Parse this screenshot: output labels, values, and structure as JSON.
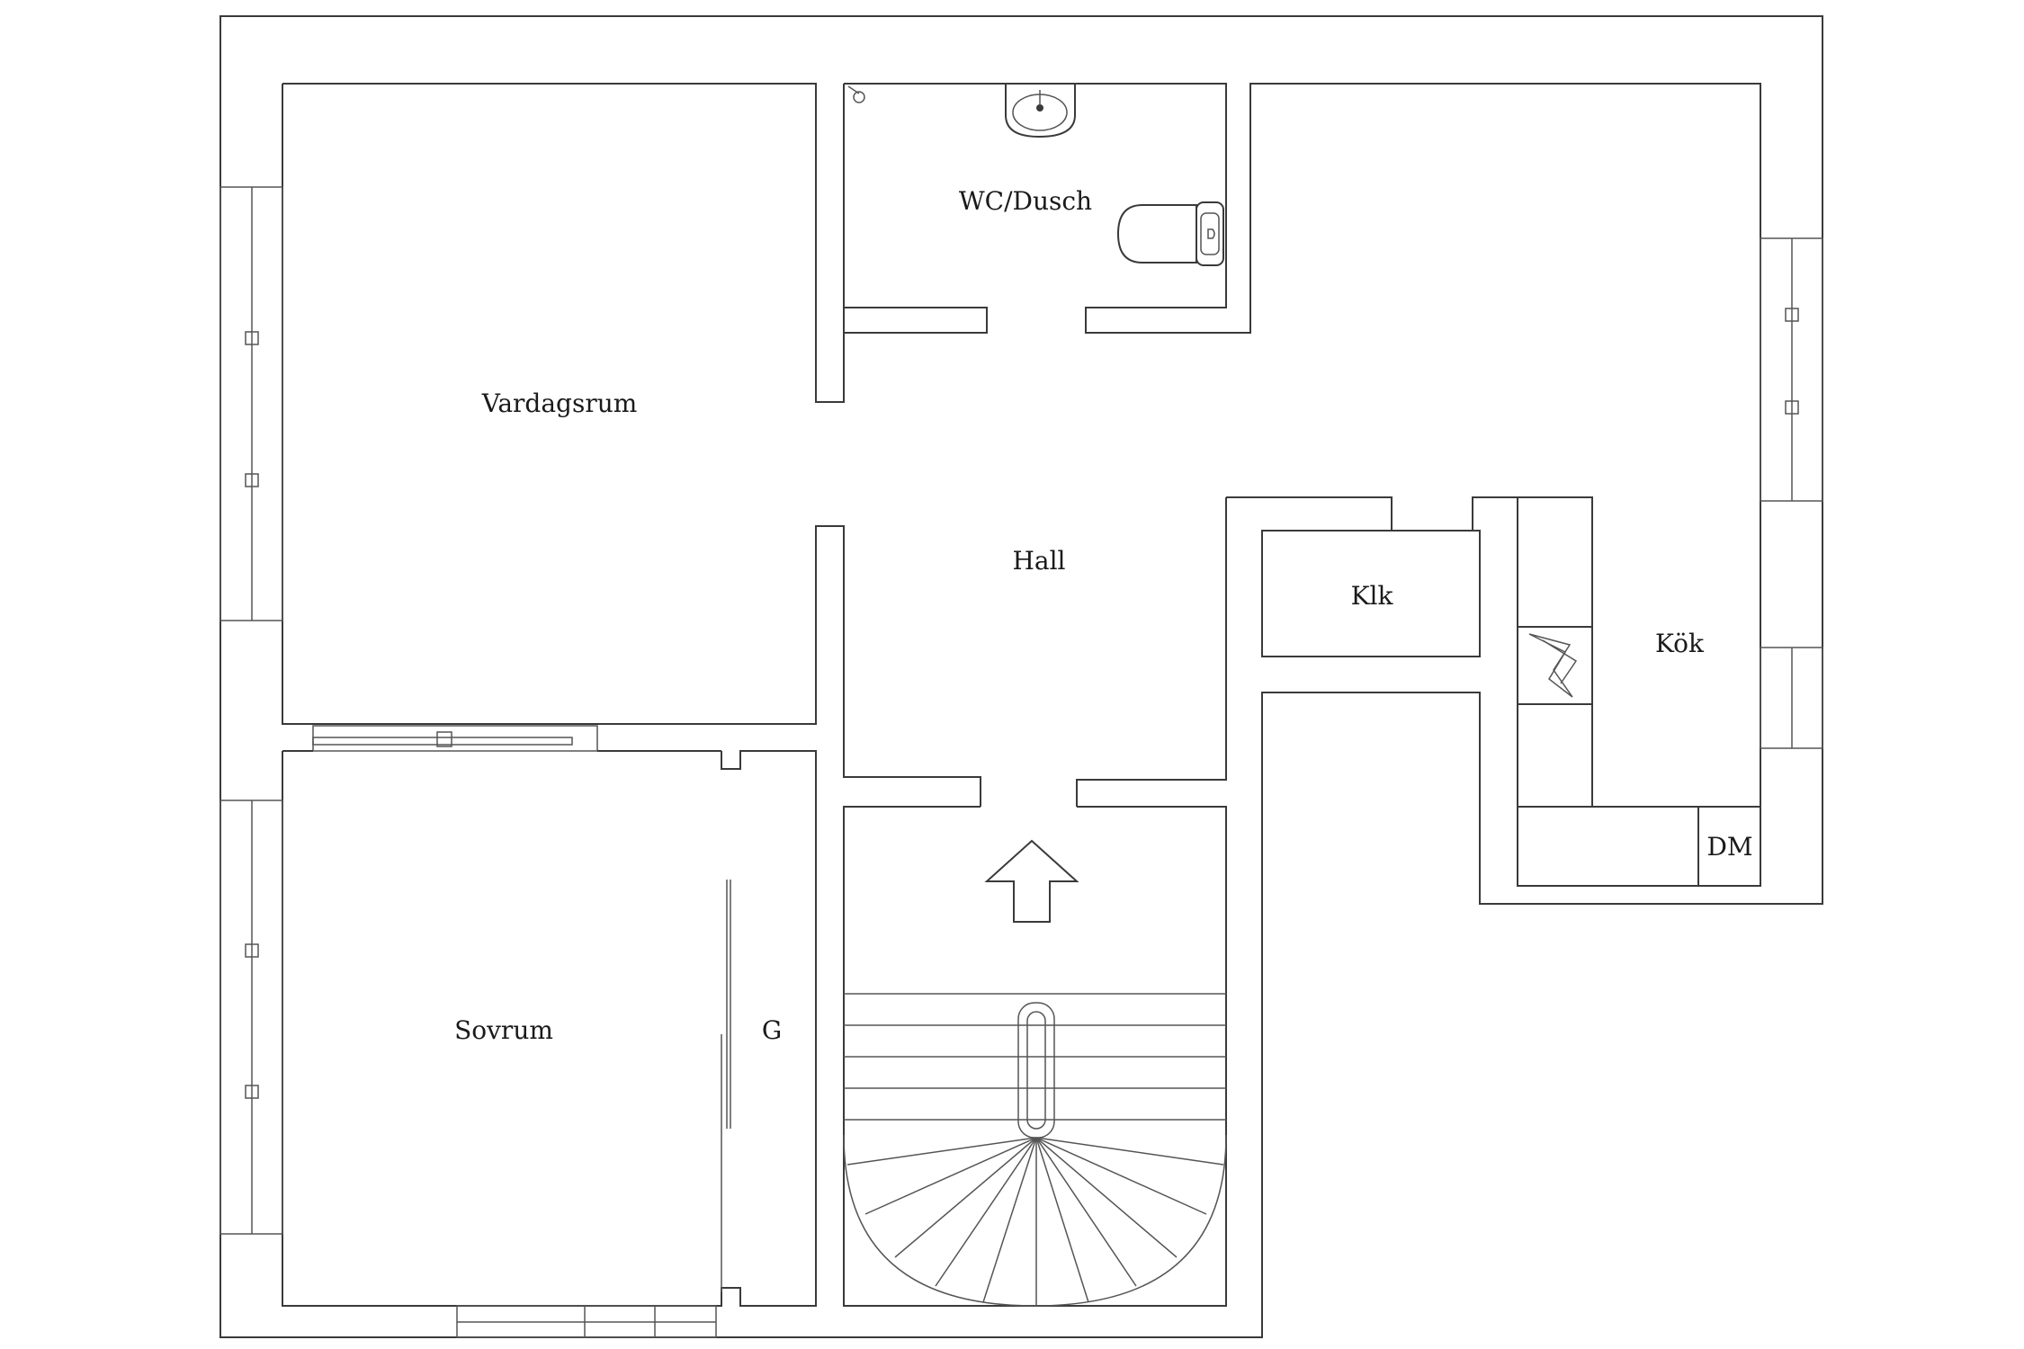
{
  "rooms": {
    "wc": "WC/Dusch",
    "living": "Vardagsrum",
    "hall": "Hall",
    "closet": "Klk",
    "kitchen": "Kök",
    "dishwasher": "DM",
    "bedroom": "Sovrum",
    "wardrobe": "G"
  }
}
